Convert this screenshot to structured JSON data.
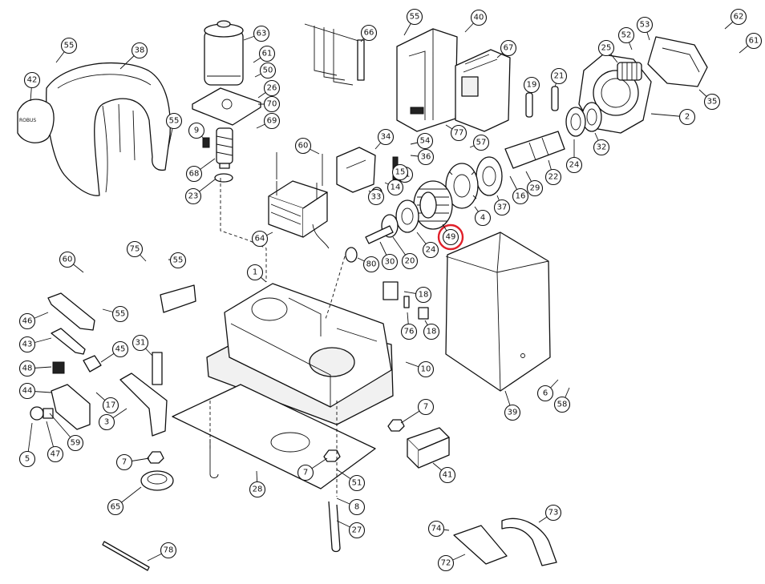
{
  "diagram": {
    "brand_mark": "ROBUS",
    "highlight_color": "#e0202a",
    "highlighted_part": "49",
    "callouts": [
      "55",
      "38",
      "42",
      "55",
      "63",
      "61",
      "50",
      "26",
      "70",
      "69",
      "9",
      "68",
      "23",
      "60",
      "64",
      "66",
      "55",
      "34",
      "54",
      "36",
      "81",
      "15",
      "14",
      "33",
      "40",
      "67",
      "77",
      "57",
      "19",
      "21",
      "25",
      "52",
      "53",
      "62",
      "61",
      "35",
      "2",
      "32",
      "24",
      "22",
      "29",
      "16",
      "37",
      "4",
      "49",
      "24",
      "20",
      "30",
      "80",
      "60",
      "75",
      "55",
      "1",
      "18",
      "76",
      "18",
      "46",
      "55",
      "43",
      "31",
      "45",
      "48",
      "44",
      "17",
      "3",
      "5",
      "47",
      "59",
      "10",
      "39",
      "6",
      "58",
      "7",
      "7",
      "41",
      "7",
      "51",
      "28",
      "65",
      "8",
      "27",
      "78",
      "74",
      "73",
      "72"
    ]
  }
}
